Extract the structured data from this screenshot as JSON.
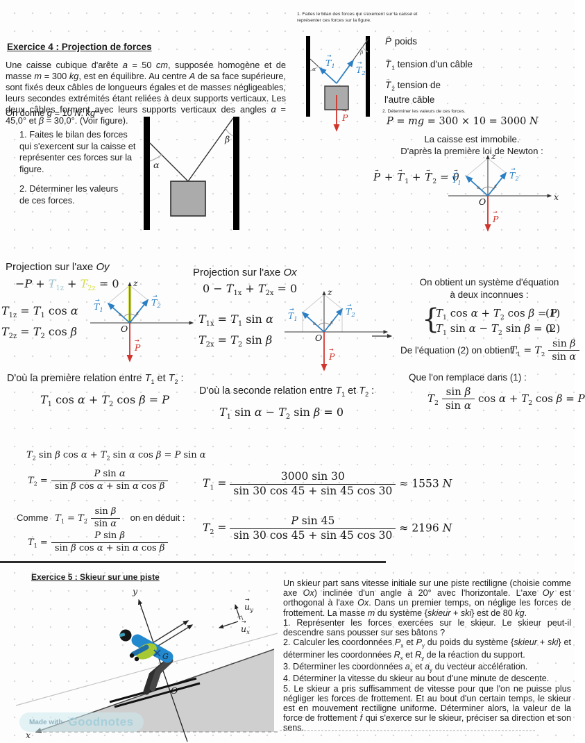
{
  "glyphs": {
    "vec_arrow": "→"
  },
  "colors": {
    "tension_blue": "#2b7fc4",
    "weight_red": "#d0342c",
    "highlight_yellow_green": "#d8e24a",
    "highlight_teal": "#9cc3cd",
    "box_gray": "#ababab"
  },
  "ex4": {
    "title": "Exercice 4 : Projection de forces",
    "statement": "Une caisse cubique d'arête *a* = 50 *cm*, supposée homogène et de masse *m* = 300 *kg*, est en équilibre. Au centre *A* de sa face supérieure, sont fixés deux câbles de longueurs égales et de masses négligeables, leurs secondes extrémités étant reliées à deux supports verticaux. Les deux câbles forment avec leurs supports verticaux des angles *α* = 45,0° et *β* = 30,0°. (Voir figure).",
    "given": "On donne *g* = 10 *N*. *kg*⁻¹",
    "q1": "1. Faites le bilan des forces qui s'exercent sur la caisse et représenter ces forces sur la figure.",
    "q2": "2. Déterminer les valeurs de ces forces.",
    "fig": {
      "alpha": "α",
      "beta": "β"
    },
    "sol": {
      "q1_note": "1. Faites le bilan des forces qui s'exercent sur la caisse et représenter ces forces sur la figure.",
      "legend1": "@P@ poids",
      "legend2": "@T@_1_ tension d'un câble",
      "legend3": "@T@_2_ tension de l'autre câble",
      "q2_note": "2. Déterminer les valeurs de ces forces.",
      "weight_eq": "*P* = *mg* = 300 × 10 = 3000 *N*",
      "immobile": "La caisse est immobile.",
      "newton_intro": "D'après la première loi de Newton :",
      "newton_eq": "@P@ + @T@_1_ + @T@_2_ = @0@"
    },
    "proj_oy": {
      "title": "Projection sur l'axe *Oy*",
      "eq_pre": "−*P* +",
      "eq_t1": "*T*_1z_",
      "eq_plus": "+",
      "eq_t2": "*T*_2z_",
      "eq_end": "= 0",
      "eq2": "*T*_1z_ = *T*_1_ cos *α*",
      "eq3": "*T*_2z_ = *T*_2_ cos *β*"
    },
    "proj_ox": {
      "title": "Projection sur l'axe *Ox*",
      "eq1": "0 − *T*_1x_ + *T*_2x_ = 0",
      "eq2": "*T*_1x_ = *T*_1_ sin *α*",
      "eq3": "*T*_2x_ = *T*_2_ sin *β*"
    },
    "system": {
      "intro1": "On obtient un système d'équation",
      "intro2": "à deux inconnues :",
      "eq1": "*T*_1_ cos *α* + *T*_2_ cos *β* = *P*",
      "n1": "(1)",
      "eq2": "*T*_1_ sin *α* − *T*_2_ sin *β* = 0",
      "n2": "(2)",
      "from2_label": "De l'équation (2) on obtient :",
      "from2_pre": "*T*_1_ = *T*_2_",
      "from2_num": "sin *β*",
      "from2_den": "sin *α*",
      "replace_label": "Que l'on remplace dans (1) :",
      "repl_pre": "*T*_2_",
      "repl_num": "sin *β*",
      "repl_den": "sin *α*",
      "repl_post": "cos *α* + *T*_2_ cos *β* = *P*"
    },
    "relations": {
      "r1_title": "D'où la première relation entre *T*_1_ et *T*_2_ :",
      "r1_eq": "*T*_1_ cos *α* + *T*_2_ cos *β* = *P*",
      "r2_title": "D'où la seconde relation entre *T*_1_ et *T*_2_ :",
      "r2_eq": "*T*_1_ sin *α* − *T*_2_ sin *β* = 0"
    },
    "derive": {
      "d1": "*T*_2_ sin *β* cos *α* + *T*_2_ sin *α* cos *β* = *P* sin *α*",
      "d2_pre": "*T*_2_ =",
      "d2_num": "*P* sin *α*",
      "d2_den": "sin *β* cos *α* + sin *α* cos *β*",
      "d3_word1": "Comme",
      "d3_pre": "*T*_1_ = *T*_2_",
      "d3_num": "sin *β*",
      "d3_den": "sin *α*",
      "d3_word2": "on en déduit :",
      "d4_pre": "*T*_1_ =",
      "d4_num": "*P* sin *β*",
      "d4_den": "sin *β* cos *α* + sin *α* cos *β*"
    },
    "results": {
      "r1_pre": "*T*_1_ =",
      "r1_num": "3000 sin 30",
      "r1_den": "sin 30 cos 45 + sin 45 cos 30",
      "r1_post": "≈ 1553 *N*",
      "r2_pre": "*T*_2_ =",
      "r2_num": "*P* sin 45",
      "r2_den": "sin 30 cos 45 + sin 45 cos 30",
      "r2_post": "≈ 2196 *N*"
    },
    "dia": {
      "z": "z",
      "x": "x",
      "o": "O",
      "t": "T",
      "s1": "1",
      "s2": "2",
      "p": "P",
      "alpha": "α",
      "beta": "β"
    }
  },
  "ex5": {
    "title": "Exercice 5 : Skieur sur une piste",
    "fig": {
      "y": "y",
      "x": "x",
      "o": "O",
      "g": "G",
      "u": "u",
      "ux_sub": "x",
      "uy_sub": "y"
    },
    "watermark": {
      "prefix": "Made with",
      "brand": "Goodnotes"
    },
    "text": [
      "Un skieur part sans vitesse initiale sur une piste rectiligne (choisie comme axe *Ox*) inclinée d'un angle à 20° avec l'horizontale. L'axe *Oy* est orthogonal à l'axe *Ox*. Dans un premier temps, on néglige les forces de frottement. La masse *m* du système {*skieur* + *ski*} est de 80 *kg*.",
      "1. Représenter les forces exercées sur le skieur. Le skieur peut-il descendre sans pousser sur ses bâtons ?",
      "2. Calculer les coordonnées *P*_x_ et *P*_y_ du poids du système {*skieur* + *ski*} et déterminer les coordonnées *R*_x_ et *R*_y_ de la réaction du support.",
      "3. Déterminer les coordonnées *a*_x_ et *a*_y_ du vecteur accélération.",
      "4. Déterminer la vitesse du skieur au bout d'une minute de descente.",
      "5. Le skieur a pris suffisamment de vitesse pour que l'on ne puisse plus négliger les forces de frottement. Et au bout d'un certain temps, le skieur est en mouvement rectiligne uniforme. Déterminer alors, la valeur de la force de frottement @f@ qui s'exerce sur le skieur, préciser sa direction et son sens."
    ]
  }
}
